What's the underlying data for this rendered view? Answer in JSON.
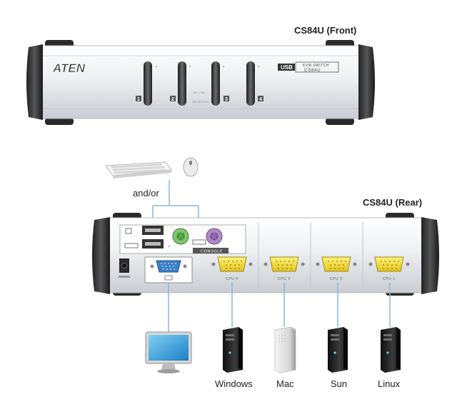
{
  "front": {
    "title": "CS84U (Front)",
    "brand": "ATEN",
    "usb_badge": "USB",
    "model_line1": "KVM SWITCH",
    "model_line2": "CS84U",
    "on_line": "ON LINE",
    "selected": "SELECTED",
    "port_numbers": [
      "1",
      "2",
      "3",
      "4"
    ]
  },
  "rear": {
    "title": "CS84U (Rear)",
    "console_label": "CONSOLE",
    "cpu_ports": [
      "CPU 4",
      "CPU 3",
      "CPU 2",
      "CPU 1"
    ]
  },
  "peripherals": {
    "andor": "and/or"
  },
  "computers": [
    "Windows",
    "Mac",
    "Sun",
    "Linux"
  ]
}
